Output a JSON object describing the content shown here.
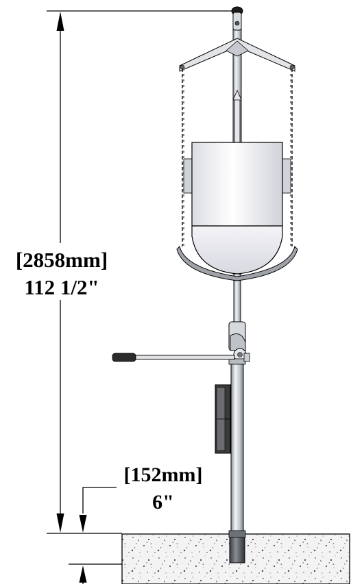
{
  "dimensions": {
    "total_height_mm": "[2858mm]",
    "total_height_in": "112 1/2\"",
    "embed_depth_mm": "[152mm]",
    "embed_depth_in": "6\""
  },
  "colors": {
    "line": "#000000",
    "metal": "#c9ccd0",
    "concrete": "#efefef",
    "bucket_body": "#f4f4f8",
    "dark_part": "#2a2a2a"
  }
}
